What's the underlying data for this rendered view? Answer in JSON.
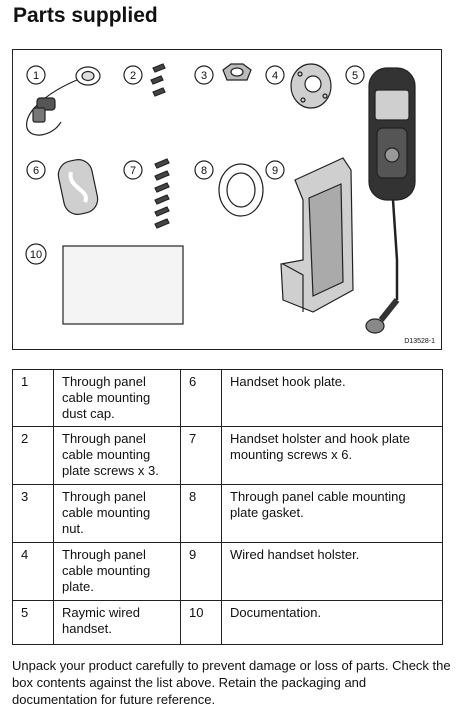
{
  "title": "Parts supplied",
  "figure": {
    "code": "D13528-1",
    "callouts": [
      "1",
      "2",
      "3",
      "4",
      "5",
      "6",
      "7",
      "8",
      "9",
      "10"
    ]
  },
  "table": {
    "rows": [
      {
        "n1": "1",
        "d1": "Through panel cable mounting dust cap.",
        "n2": "6",
        "d2": "Handset hook plate."
      },
      {
        "n1": "2",
        "d1": "Through panel cable mounting plate screws x 3.",
        "n2": "7",
        "d2": "Handset holster and hook plate mounting screws x 6."
      },
      {
        "n1": "3",
        "d1": "Through panel cable mounting nut.",
        "n2": "8",
        "d2": "Through panel cable mounting plate gasket."
      },
      {
        "n1": "4",
        "d1": "Through panel cable mounting plate.",
        "n2": "9",
        "d2": "Wired handset holster."
      },
      {
        "n1": "5",
        "d1": "Raymic wired handset.",
        "n2": "10",
        "d2": "Documentation."
      }
    ]
  },
  "note": "Unpack your product carefully to prevent damage or loss of parts. Check the box contents against the list above. Retain the packaging and documentation for future reference."
}
